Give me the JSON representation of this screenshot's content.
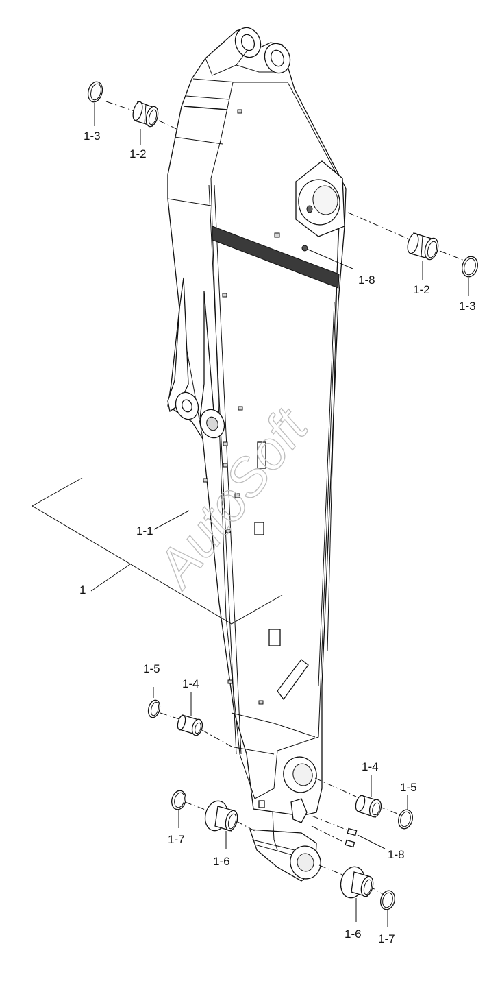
{
  "watermark": "AutoSoft",
  "callouts": [
    {
      "id": "c1",
      "text": "1"
    },
    {
      "id": "c1-1",
      "text": "1-1"
    },
    {
      "id": "c1-2a",
      "text": "1-2"
    },
    {
      "id": "c1-2b",
      "text": "1-2"
    },
    {
      "id": "c1-3a",
      "text": "1-3"
    },
    {
      "id": "c1-3b",
      "text": "1-3"
    },
    {
      "id": "c1-4a",
      "text": "1-4"
    },
    {
      "id": "c1-4b",
      "text": "1-4"
    },
    {
      "id": "c1-5a",
      "text": "1-5"
    },
    {
      "id": "c1-5b",
      "text": "1-5"
    },
    {
      "id": "c1-6a",
      "text": "1-6"
    },
    {
      "id": "c1-6b",
      "text": "1-6"
    },
    {
      "id": "c1-7a",
      "text": "1-7"
    },
    {
      "id": "c1-7b",
      "text": "1-7"
    },
    {
      "id": "c1-8a",
      "text": "1-8"
    },
    {
      "id": "c1-8b",
      "text": "1-8"
    }
  ]
}
